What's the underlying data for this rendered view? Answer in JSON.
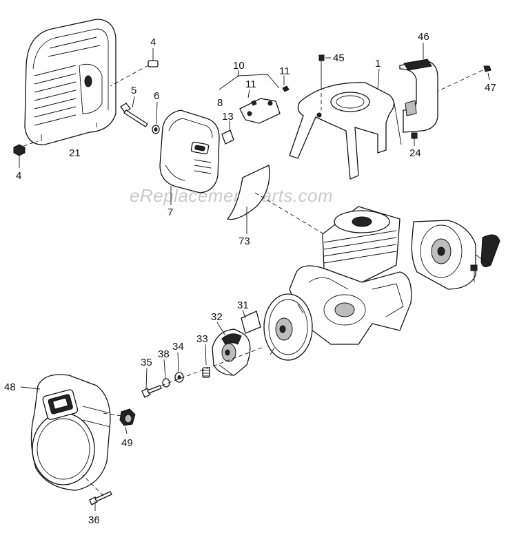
{
  "watermark": "eReplacementParts.com",
  "labels": {
    "p1": "1",
    "p4a": "4",
    "p4b": "4",
    "p5": "5",
    "p6": "6",
    "p7": "7",
    "p8": "8",
    "p10": "10",
    "p11a": "11",
    "p11b": "11",
    "p13": "13",
    "p21": "21",
    "p24": "24",
    "p31": "31",
    "p32": "32",
    "p33": "33",
    "p34": "34",
    "p35": "35",
    "p36": "36",
    "p38": "38",
    "p45": "45",
    "p46": "46",
    "p47": "47",
    "p48": "48",
    "p49": "49",
    "p73": "73"
  }
}
